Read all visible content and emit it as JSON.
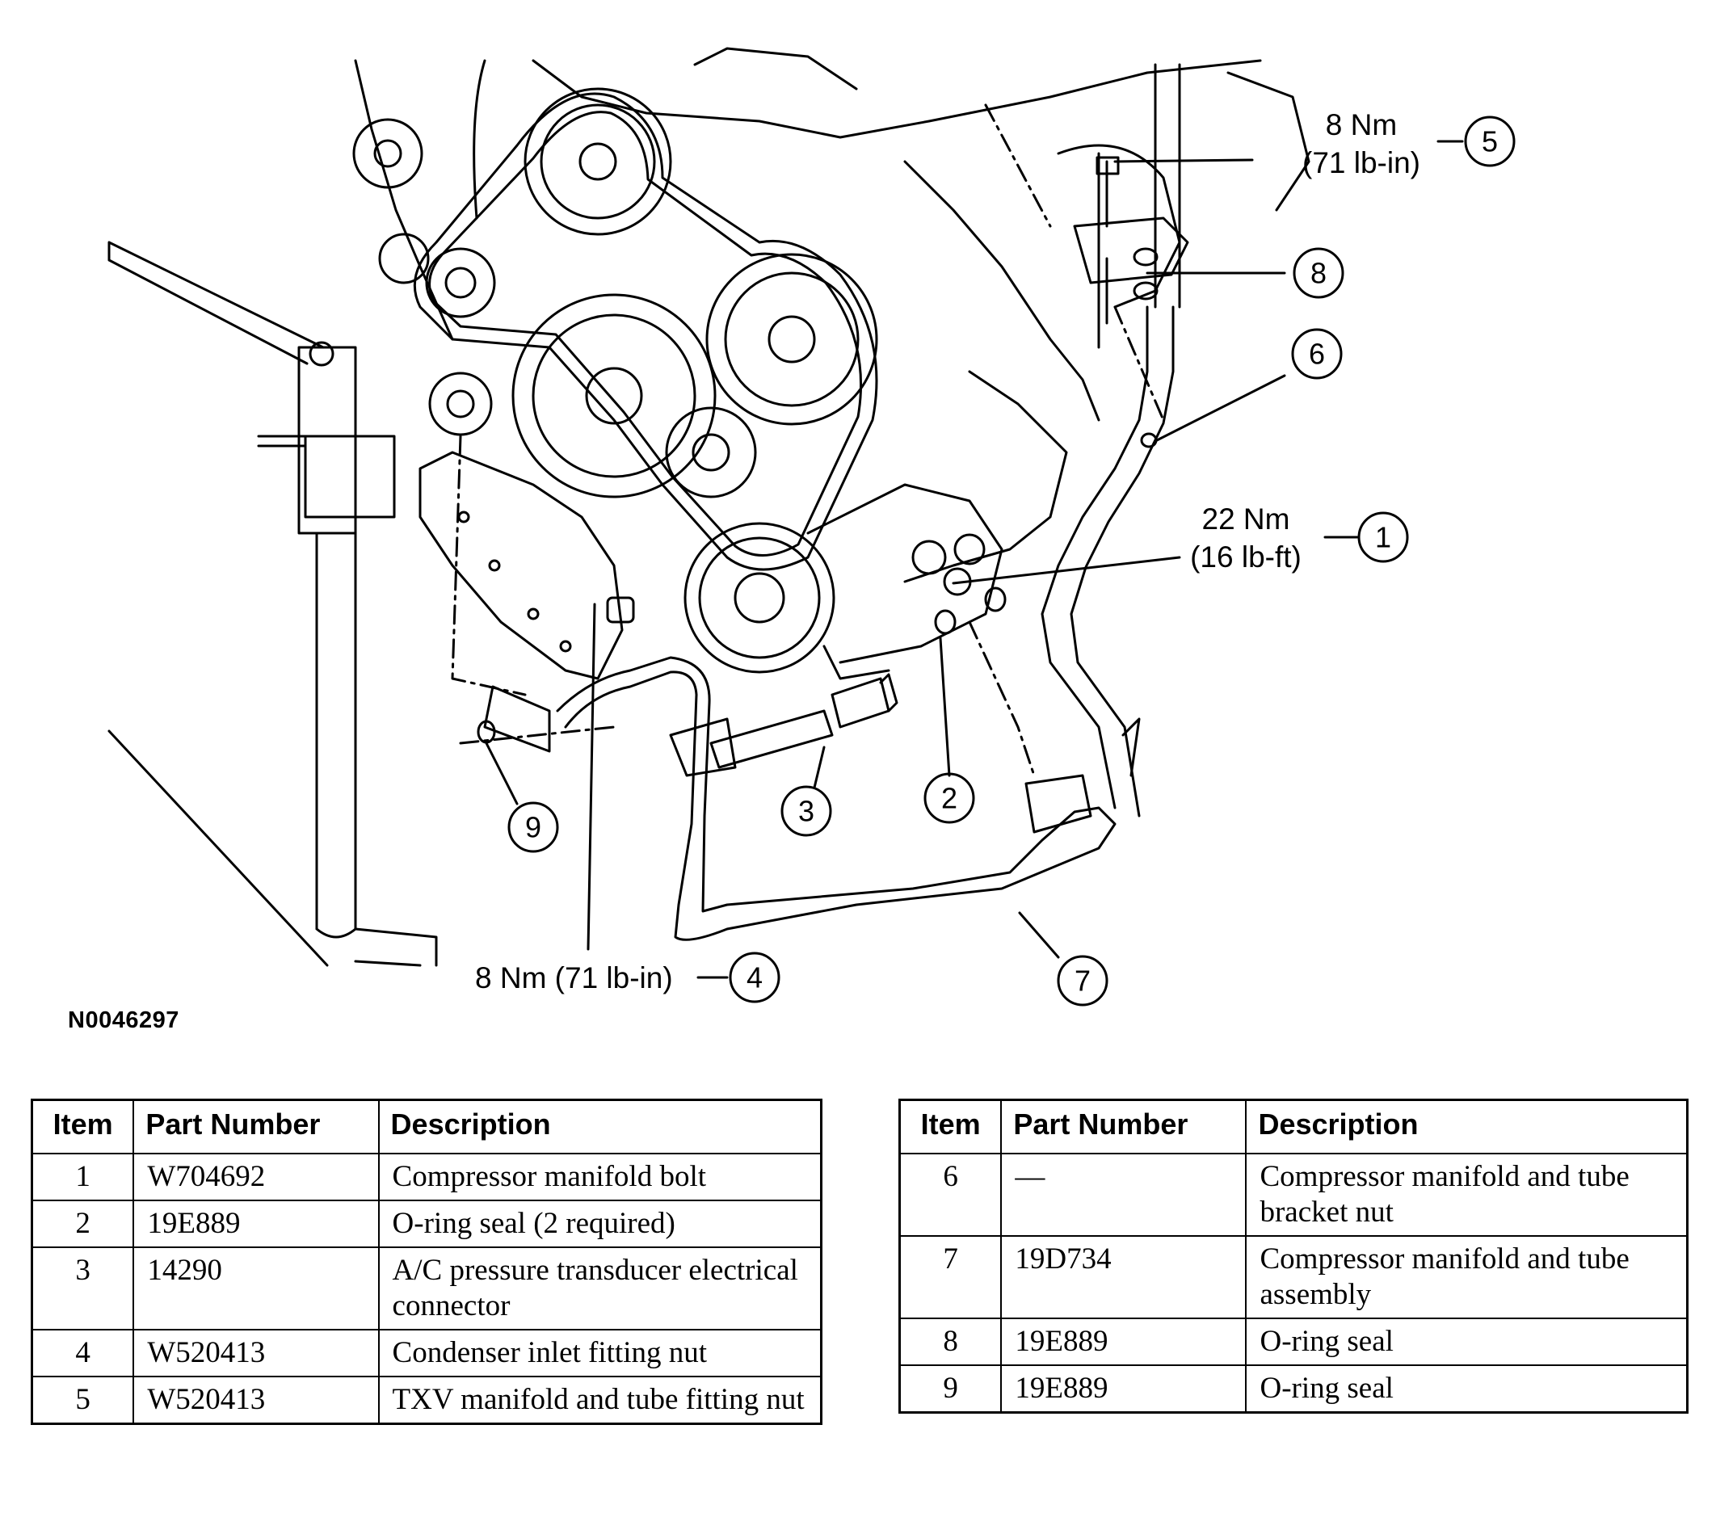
{
  "figure_id": "N0046297",
  "callouts": [
    {
      "number": "1",
      "torque": "22 Nm",
      "torque_alt": "(16 lb-ft)"
    },
    {
      "number": "2"
    },
    {
      "number": "3"
    },
    {
      "number": "4",
      "torque": "8 Nm (71 lb-in)"
    },
    {
      "number": "5",
      "torque": "8 Nm",
      "torque_alt": "(71 lb-in)"
    },
    {
      "number": "6"
    },
    {
      "number": "7"
    },
    {
      "number": "8"
    },
    {
      "number": "9"
    }
  ],
  "table": {
    "headers": {
      "item": "Item",
      "part_number": "Part Number",
      "description": "Description"
    },
    "rows": [
      {
        "item": "1",
        "part_number": "W704692",
        "description": "Compressor manifold bolt"
      },
      {
        "item": "2",
        "part_number": "19E889",
        "description": "O-ring seal (2 required)"
      },
      {
        "item": "3",
        "part_number": "14290",
        "description": "A/C pressure transducer electrical connector"
      },
      {
        "item": "4",
        "part_number": "W520413",
        "description": "Condenser inlet fitting nut"
      },
      {
        "item": "5",
        "part_number": "W520413",
        "description": "TXV manifold and tube fitting nut"
      },
      {
        "item": "6",
        "part_number": "—",
        "description": "Compressor manifold and tube bracket nut"
      },
      {
        "item": "7",
        "part_number": "19D734",
        "description": "Compressor manifold and tube assembly"
      },
      {
        "item": "8",
        "part_number": "19E889",
        "description": "O-ring seal"
      },
      {
        "item": "9",
        "part_number": "19E889",
        "description": "O-ring seal"
      }
    ]
  }
}
